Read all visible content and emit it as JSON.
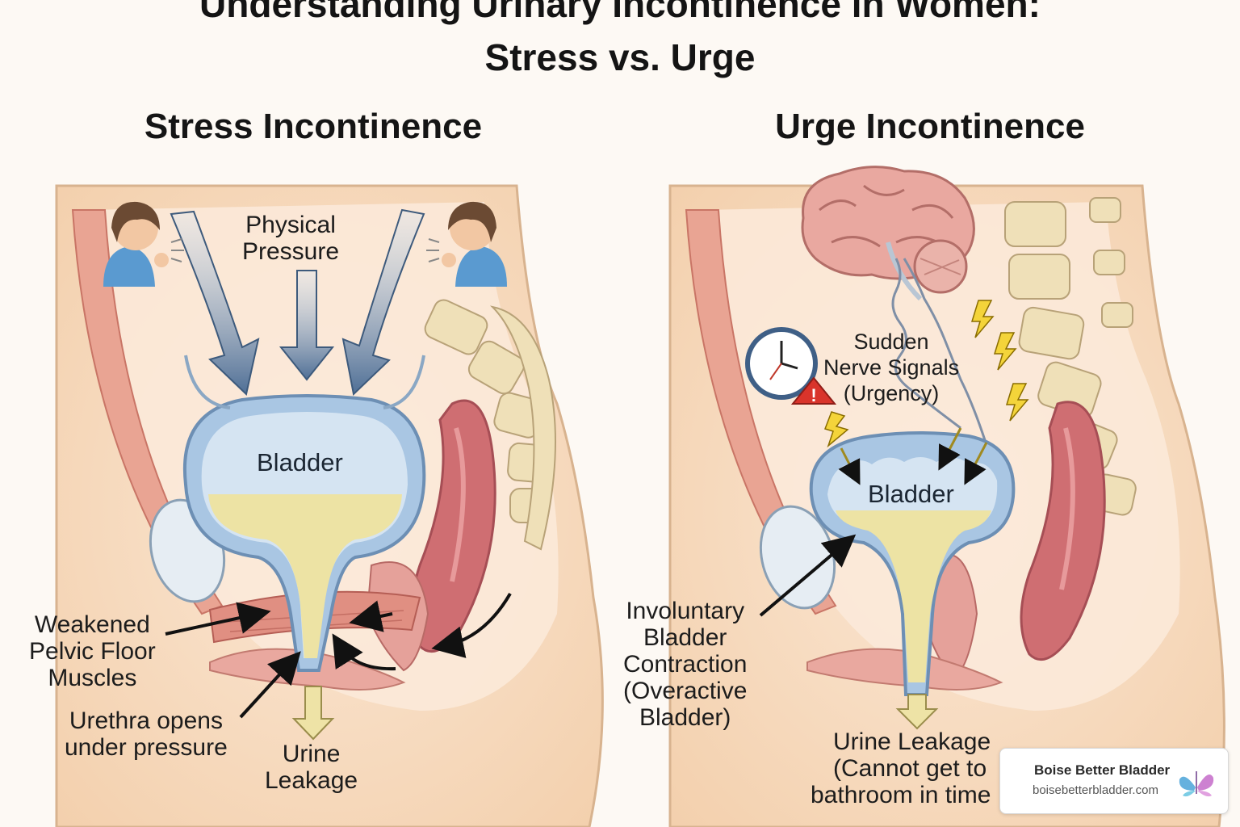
{
  "title": {
    "line1": "Understanding Urinary Incontinence in Women:",
    "line2": "Stress vs. Urge"
  },
  "panels": {
    "stress": {
      "heading": "Stress Incontinence",
      "pressure_label": [
        "Physical",
        "Pressure"
      ],
      "bladder_label": "Bladder",
      "pelvic_label": [
        "Weakened",
        "Pelvic Floor",
        "Muscles"
      ],
      "urethra_label": [
        "Urethra opens",
        "under pressure"
      ],
      "leak_label": [
        "Urine",
        "Leakage"
      ]
    },
    "urge": {
      "heading": "Urge Incontinence",
      "nerve_label": [
        "Sudden",
        "Nerve Signals",
        "(Urgency)"
      ],
      "bladder_label": "Bladder",
      "contraction_label": [
        "Involuntary",
        "Bladder",
        "Contraction",
        "(Overactive",
        "Bladder)"
      ],
      "leak_label": [
        "Urine Leakage",
        "(Cannot get to",
        "bathroom in time"
      ]
    }
  },
  "badge": {
    "name": "Boise Better Bladder",
    "url": "boisebetterbladder.com"
  },
  "colors": {
    "skin": "#f6d9b8",
    "bladder_blue": "#a9c6e3",
    "urine": "#ede3a4",
    "muscle": "#d98577",
    "arrow_blue": "#5f7fa3"
  }
}
